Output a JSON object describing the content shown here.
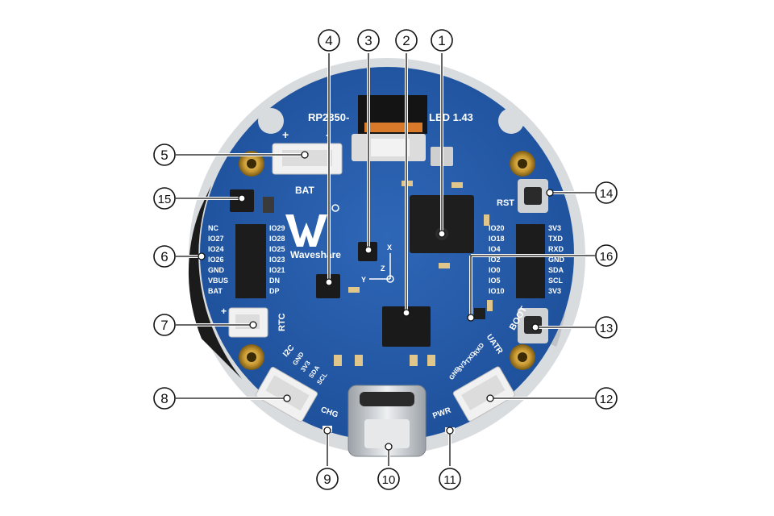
{
  "board": {
    "title_left": "RP2350-",
    "title_right": "LED 1.43",
    "brand": "Waveshare",
    "labels": {
      "bat": "BAT",
      "bat_plus": "+",
      "bat_minus": "-",
      "rst": "RST",
      "boot": "BOOT",
      "rtc": "RTC",
      "rtc_plus": "+",
      "i2c": "I2C",
      "uatr": "UATR",
      "chg": "CHG",
      "pwr": "PWR"
    },
    "i2c_pins": [
      "GND",
      "3V3",
      "SDA",
      "SCL"
    ],
    "uart_pins": [
      "RXD",
      "TXD",
      "3V3",
      "GND"
    ],
    "left_header_left": [
      "NC",
      "IO27",
      "IO24",
      "IO26",
      "GND",
      "VBUS",
      "BAT"
    ],
    "left_header_right": [
      "IO29",
      "IO28",
      "IO25",
      "IO23",
      "IO21",
      "DN",
      "DP"
    ],
    "right_header_left": [
      "IO20",
      "IO18",
      "IO4",
      "IO2",
      "IO0",
      "IO5",
      "IO10"
    ],
    "right_header_right": [
      "3V3",
      "TXD",
      "RXD",
      "GND",
      "SDA",
      "SCL",
      "3V3"
    ],
    "axes": [
      "X",
      "Y",
      "Z"
    ]
  },
  "callouts": [
    "1",
    "2",
    "3",
    "4",
    "5",
    "6",
    "7",
    "8",
    "9",
    "10",
    "11",
    "12",
    "13",
    "14",
    "15",
    "16"
  ]
}
